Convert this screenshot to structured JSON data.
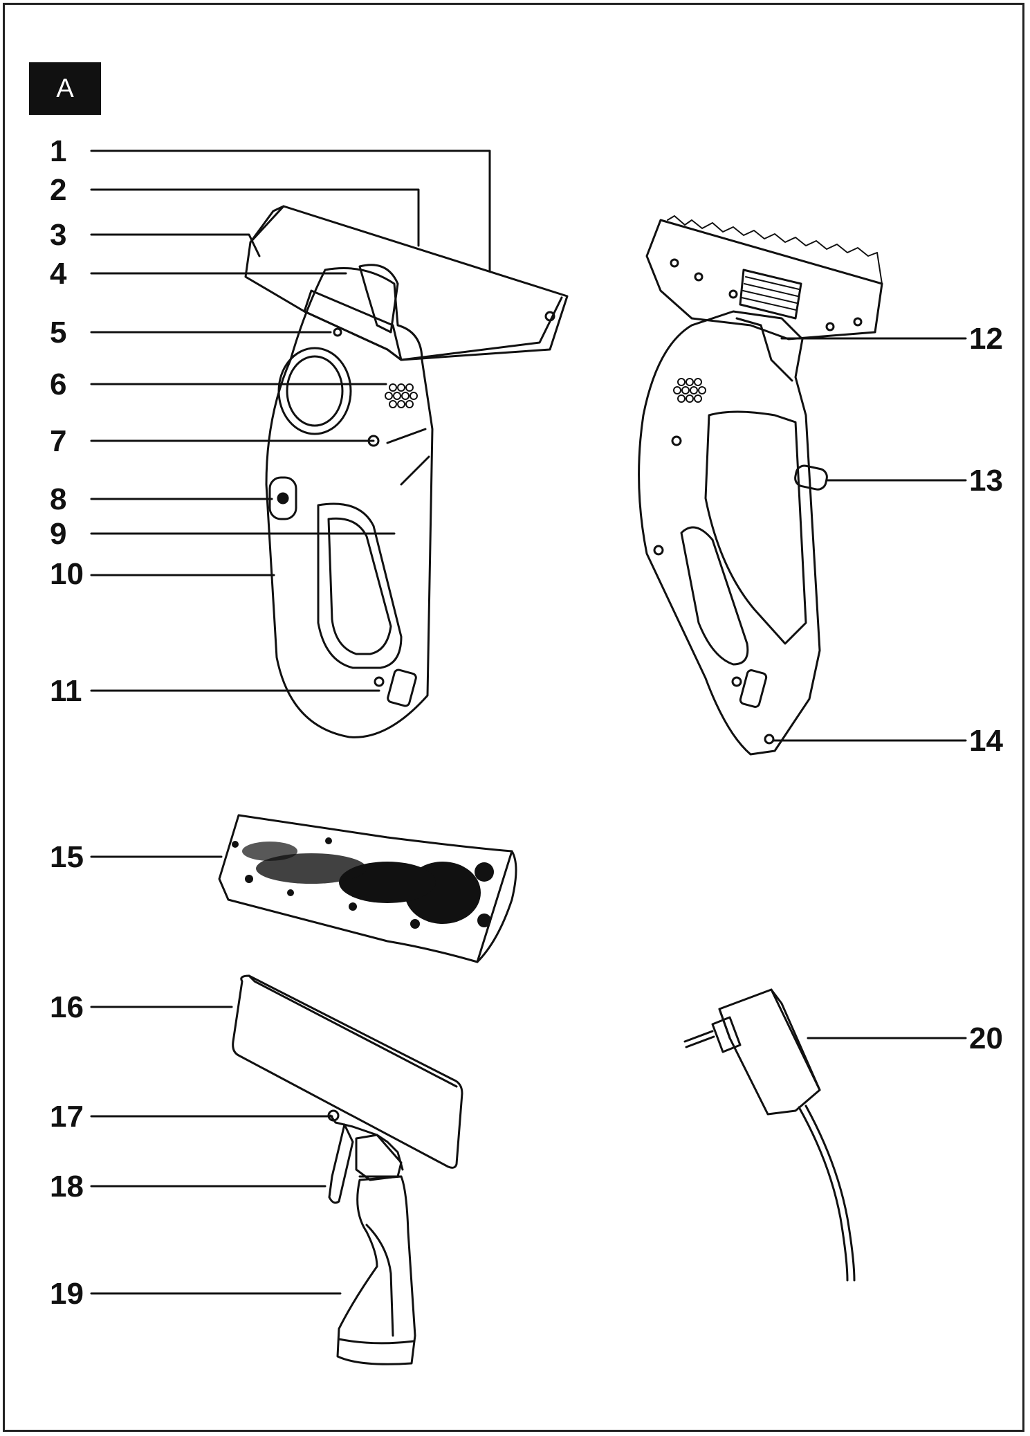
{
  "section_label": "A",
  "callouts": [
    "1",
    "2",
    "3",
    "4",
    "5",
    "6",
    "7",
    "8",
    "9",
    "10",
    "11",
    "12",
    "13",
    "14",
    "15",
    "16",
    "17",
    "18",
    "19",
    "20"
  ],
  "colors": {
    "ink": "#111111",
    "page": "#ffffff"
  }
}
